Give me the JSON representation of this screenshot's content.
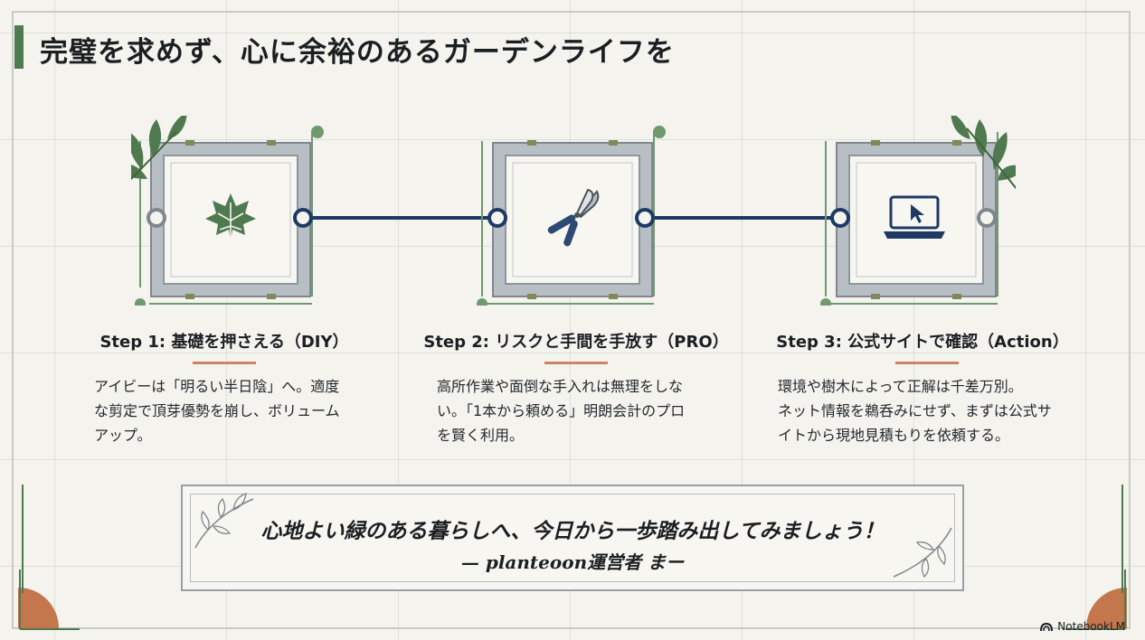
{
  "title": "完璧を求めず、心に余裕のあるガーデンライフを",
  "steps": [
    {
      "title": "Step 1: 基礎を押さえる（DIY）",
      "icon": "ivy-leaf-icon",
      "lines": [
        "アイビーは「明るい半日陰」へ。適度",
        "な剪定で頂芽優勢を崩し、ボリューム",
        "アップ。"
      ]
    },
    {
      "title": "Step 2: リスクと手間を手放す（PRO）",
      "icon": "pruning-shears-icon",
      "lines": [
        "高所作業や面倒な手入れは無理をしな",
        "い。「1本から頼める」明朗会計のプロ",
        "を賢く利用。"
      ]
    },
    {
      "title": "Step 3: 公式サイトで確認（Action）",
      "icon": "laptop-cursor-icon",
      "lines": [
        "環境や樹木によって正解は千差万別。",
        "ネット情報を鵜呑みにせず、まずは公式サ",
        "イトから現地見積もりを依頼する。"
      ]
    }
  ],
  "quote": {
    "text": "心地よい緑のある暮らしへ、今日から一歩踏み出してみましょう！",
    "author": "— planteoon運営者 まー"
  },
  "watermark": "NotebookLM",
  "colors": {
    "accent_green": "#4f7a4f",
    "connector_navy": "#1e3a64",
    "underline_terracotta": "#c98660",
    "frame_gray": "#8e969c"
  }
}
